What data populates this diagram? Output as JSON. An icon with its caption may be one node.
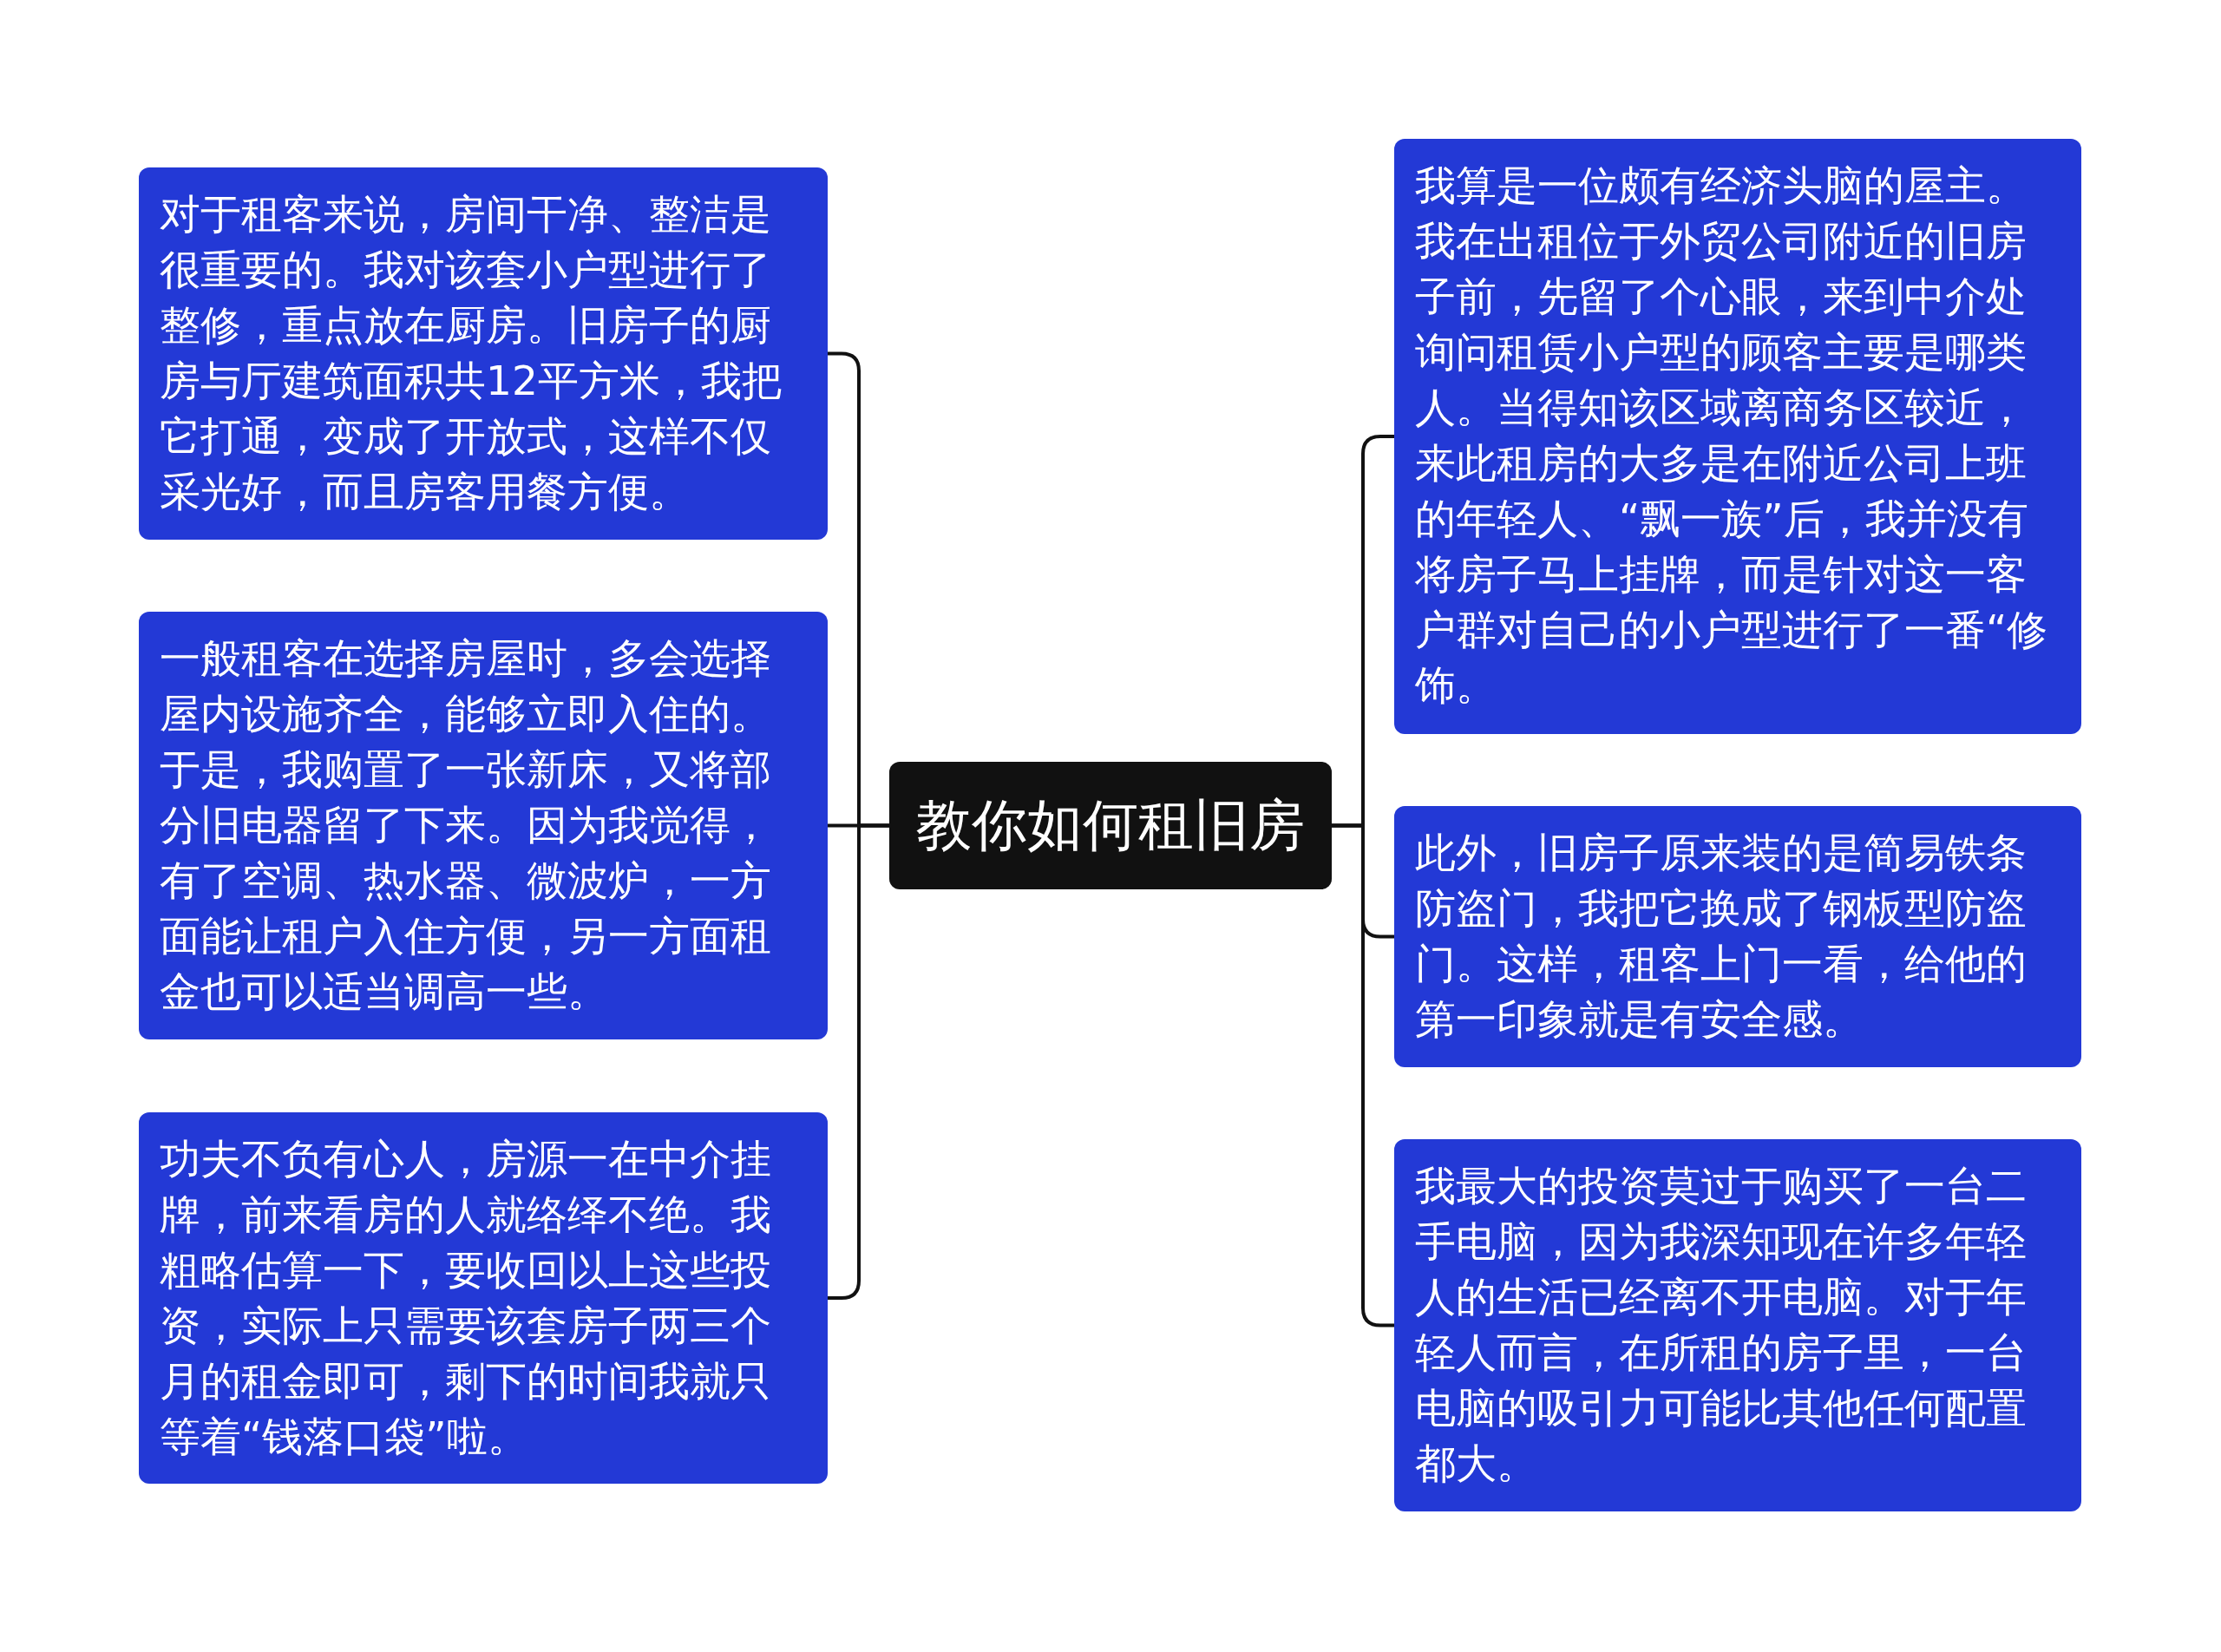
{
  "diagram": {
    "nodes": [
      {
        "text": [
          "教你如何租旧房"
        ]
      },
      {
        "text": [
          "对于租客来说，房间干净、整洁是很重要的。我对该套小户型进行了整修，重点放在厨房。旧房子的厨房与厅建筑面积共12平方米，我把它打通，变成了开放式，这样不仅采光好，而且房客用餐方便。"
        ]
      },
      {
        "text": [
          "一般租客在选择房屋时，多会选择屋内设施齐全，能够立即入住的。于是，我购置了一张新床，又将部分旧电器留了下来。因为我觉得，有了空调、热水器、微波炉，一方面能让租户入住方便，另一方面租金也可以适当调高一些。"
        ]
      },
      {
        "text": [
          "功夫不负有心人，房源一在中介挂牌，前来看房的人就络绎不绝。我粗略估算一下，要收回以上这些投资，实际上只需要该套房子两三个月的租金即可，剩下的时间我就只等着“钱落口袋”啦。"
        ]
      },
      {
        "text": [
          "我算是一位颇有经济头脑的屋主。我在出租位于外贸公司附近的旧房子前，先留了个心眼，来到中介处询问租赁小户型的顾客主要是哪类人。当得知该区域离商务区较近，来此租房的大多是在附近公司上班的年轻人、“飘一族”后，我并没有将房子马上挂牌，而是针对这一客户群对自己的小户型进行了一番“修饰。"
        ]
      },
      {
        "text": [
          "此外，旧房子原来装的是简易铁条防盗门，我把它换成了钢板型防盗门。这样，租客上门一看，给他的第一印象就是有安全感。"
        ]
      },
      {
        "text": [
          "我最大的投资莫过于购买了一台二手电脑，因为我深知现在许多年轻人的生活已经离不开电脑。对于年轻人而言，在所租的房子里，一台电脑的吸引力可能比其他任何配置都大。"
        ]
      }
    ],
    "edges": [
      {
        "from": 0,
        "to": 1,
        "arrow": "none"
      },
      {
        "from": 0,
        "to": 2,
        "arrow": "none"
      },
      {
        "from": 0,
        "to": 3,
        "arrow": "none"
      },
      {
        "from": 0,
        "to": 4,
        "arrow": "none"
      },
      {
        "from": 0,
        "to": 5,
        "arrow": "none"
      },
      {
        "from": 0,
        "to": 6,
        "arrow": "none"
      }
    ]
  }
}
